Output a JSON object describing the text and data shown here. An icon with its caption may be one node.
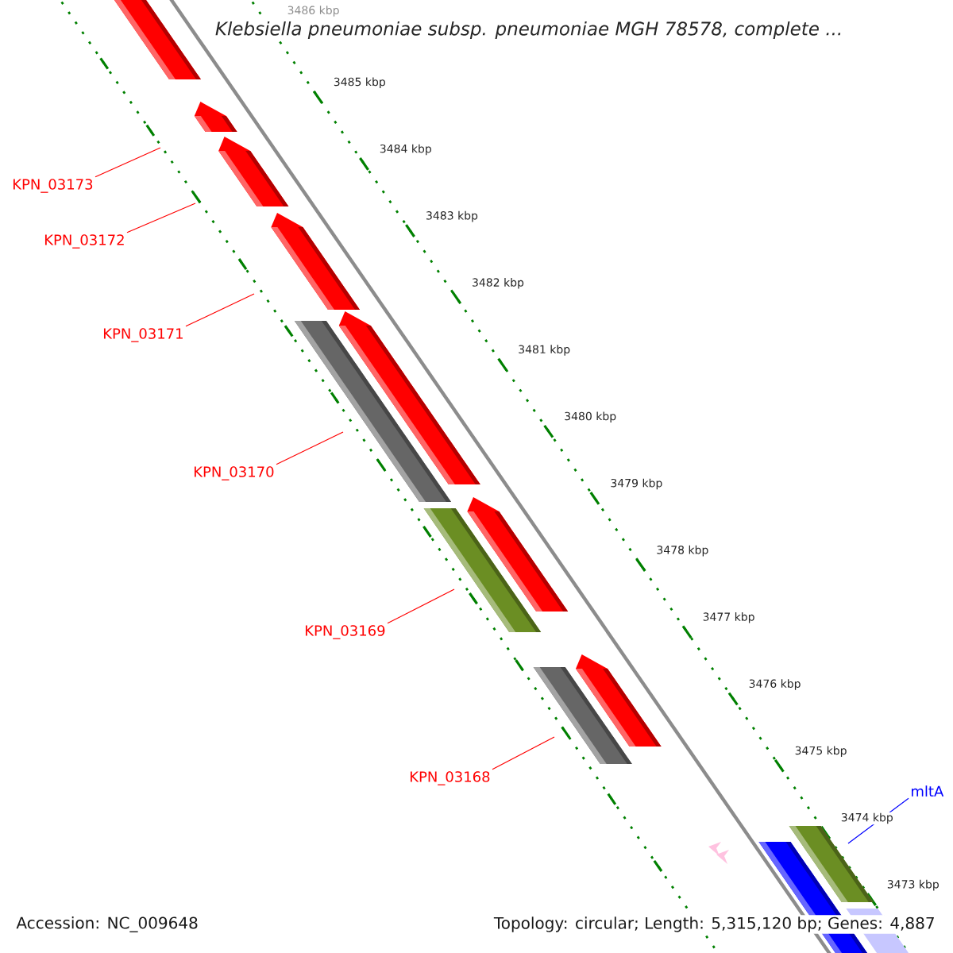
{
  "diagram": {
    "title": "Klebsiella pneumoniae subsp. pneumoniae MGH 78578, complete ...",
    "nodes": [
      {
        "text": [
          "KPN_03173"
        ]
      },
      {
        "text": [
          "KPN_03172"
        ]
      },
      {
        "text": [
          "KPN_03171"
        ]
      },
      {
        "text": [
          "KPN_03170"
        ]
      },
      {
        "text": [
          "KPN_03169"
        ]
      },
      {
        "text": [
          "KPN_03168"
        ]
      },
      {
        "text": [
          "mltA"
        ]
      }
    ],
    "edges": [
      {
        "from": 0,
        "to": null,
        "arrow": "none"
      },
      {
        "from": 1,
        "to": null,
        "arrow": "none"
      },
      {
        "from": 2,
        "to": null,
        "arrow": "none"
      },
      {
        "from": 3,
        "to": null,
        "arrow": "none"
      },
      {
        "from": 4,
        "to": null,
        "arrow": "none"
      },
      {
        "from": 5,
        "to": null,
        "arrow": "none"
      },
      {
        "from": 6,
        "to": null,
        "arrow": "none",
        "color": "#0000ff"
      }
    ],
    "labels": [
      "3486 kbp",
      "3485 kbp",
      "3484 kbp",
      "3483 kbp",
      "3482 kbp",
      "3481 kbp",
      "3480 kbp",
      "3479 kbp",
      "3478 kbp",
      "3477 kbp",
      "3476 kbp",
      "3475 kbp",
      "3474 kbp",
      "3473 kbp",
      "Accession: NC_009648",
      "Topology: circular; Length: 5,315,120 bp; Genes: 4,887"
    ]
  }
}
